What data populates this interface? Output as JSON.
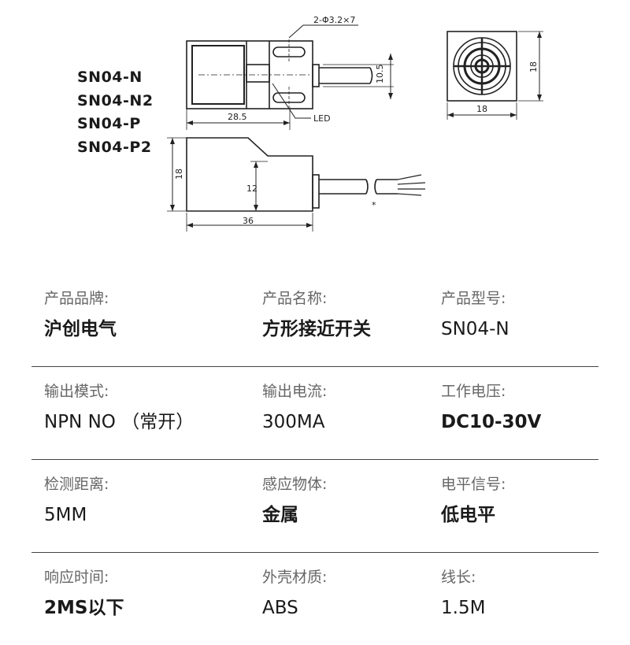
{
  "models": [
    "SN04-N",
    "SN04-N2",
    "SN04-P",
    "SN04-P2"
  ],
  "drawing": {
    "hole_spec": "2-Φ3.2×7",
    "led_label": "LED",
    "dim_front_width": "28.5",
    "dim_front_height": "10.5",
    "dim_side_height": "18",
    "dim_side_inner": "12",
    "dim_side_length": "36",
    "dim_end_width": "18",
    "dim_end_height": "18",
    "cable_mark": "*"
  },
  "specs": [
    [
      {
        "label": "产品品牌:",
        "value": "沪创电气",
        "bold": true
      },
      {
        "label": "产品名称:",
        "value": "方形接近开关",
        "bold": true
      },
      {
        "label": "产品型号:",
        "value": "SN04-N",
        "bold": false
      }
    ],
    [
      {
        "label": "输出模式:",
        "value": "NPN NO （常开）",
        "bold": false
      },
      {
        "label": "输出电流:",
        "value": "300MA",
        "bold": false
      },
      {
        "label": "工作电压:",
        "value": "DC10-30V",
        "bold": true
      }
    ],
    [
      {
        "label": "检测距离:",
        "value": "5MM",
        "bold": false
      },
      {
        "label": "感应物体:",
        "value": "金属",
        "bold": true
      },
      {
        "label": "电平信号:",
        "value": "低电平",
        "bold": true
      }
    ],
    [
      {
        "label": "响应时间:",
        "value": "2MS以下",
        "bold": true
      },
      {
        "label": "外壳材质:",
        "value": "ABS",
        "bold": false
      },
      {
        "label": "线长:",
        "value": "1.5M",
        "bold": false
      }
    ]
  ]
}
